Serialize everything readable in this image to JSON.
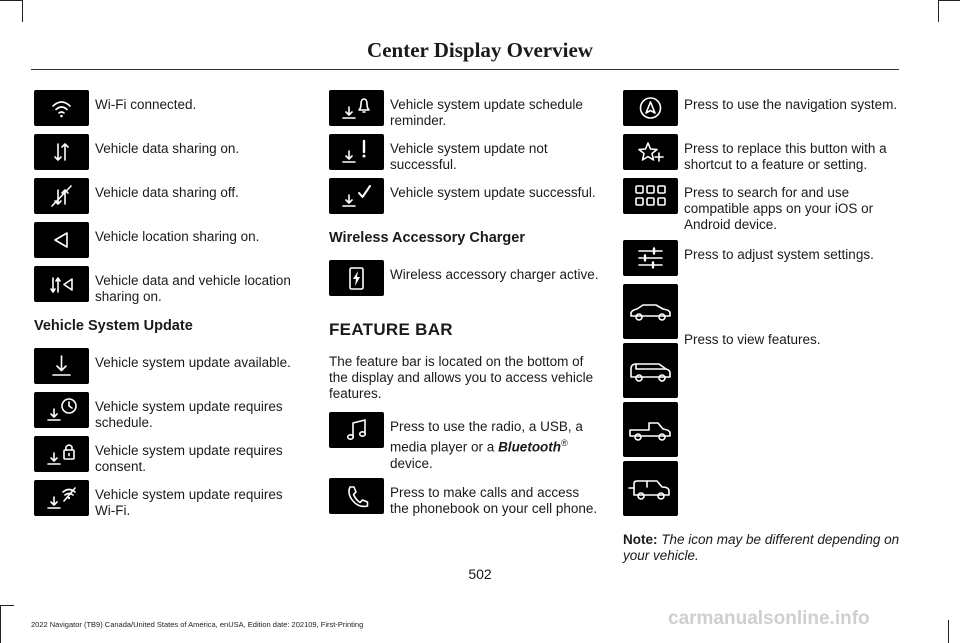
{
  "header": {
    "title": "Center Display Overview"
  },
  "col1": {
    "items": [
      {
        "icon": "wifi-icon",
        "text": "Wi-Fi connected."
      },
      {
        "icon": "data-sharing-on-icon",
        "text": "Vehicle data sharing on."
      },
      {
        "icon": "data-sharing-off-icon",
        "text": "Vehicle data sharing off."
      },
      {
        "icon": "location-sharing-on-icon",
        "text": "Vehicle location sharing on."
      },
      {
        "icon": "data-location-sharing-on-icon",
        "text": "Vehicle data and vehicle location sharing on."
      }
    ],
    "section_heading": "Vehicle System Update",
    "update_items": [
      {
        "icon": "update-available-icon",
        "text": "Vehicle system update available."
      },
      {
        "icon": "update-schedule-icon",
        "text": "Vehicle system update requires schedule."
      },
      {
        "icon": "update-consent-icon",
        "text": "Vehicle system update requires consent."
      },
      {
        "icon": "update-wifi-icon",
        "text": "Vehicle system update requires Wi-Fi."
      }
    ]
  },
  "col2": {
    "items": [
      {
        "icon": "update-reminder-icon",
        "text": "Vehicle system update schedule reminder."
      },
      {
        "icon": "update-failed-icon",
        "text": "Vehicle system update not successful."
      },
      {
        "icon": "update-success-icon",
        "text": "Vehicle system update successful."
      }
    ],
    "charger_heading": "Wireless Accessory Charger",
    "charger_item": {
      "icon": "wireless-charger-icon",
      "text": "Wireless accessory charger active."
    },
    "feature_heading": "FEATURE BAR",
    "feature_para": "The feature bar is located on the bottom of the display and allows you to access vehicle features.",
    "radio_item": {
      "icon": "music-note-icon",
      "text_before": "Press to use the radio, a USB, a media player or a ",
      "brand": "Bluetooth",
      "reg": "®",
      "text_after": " device."
    },
    "phone_item": {
      "icon": "phone-icon",
      "text": "Press to make calls and access the phonebook on your cell phone."
    }
  },
  "col3": {
    "items": [
      {
        "icon": "navigation-icon",
        "text": "Press to use the navigation system."
      },
      {
        "icon": "star-plus-icon",
        "text": "Press to replace this button with a shortcut to a feature or setting."
      },
      {
        "icon": "apps-grid-icon",
        "text": "Press to search for and use compatible apps on your iOS or Android device."
      },
      {
        "icon": "settings-sliders-icon",
        "text": "Press to adjust system settings."
      }
    ],
    "features_text": "Press to view features.",
    "note_label": "Note:",
    "note_text": "The icon may be different depending on your vehicle."
  },
  "page_number": "502",
  "footer": "2022 Navigator (TB9) Canada/United States of America, enUSA, Edition date: 202109, First-Printing",
  "watermark": "carmanualsonline.info"
}
